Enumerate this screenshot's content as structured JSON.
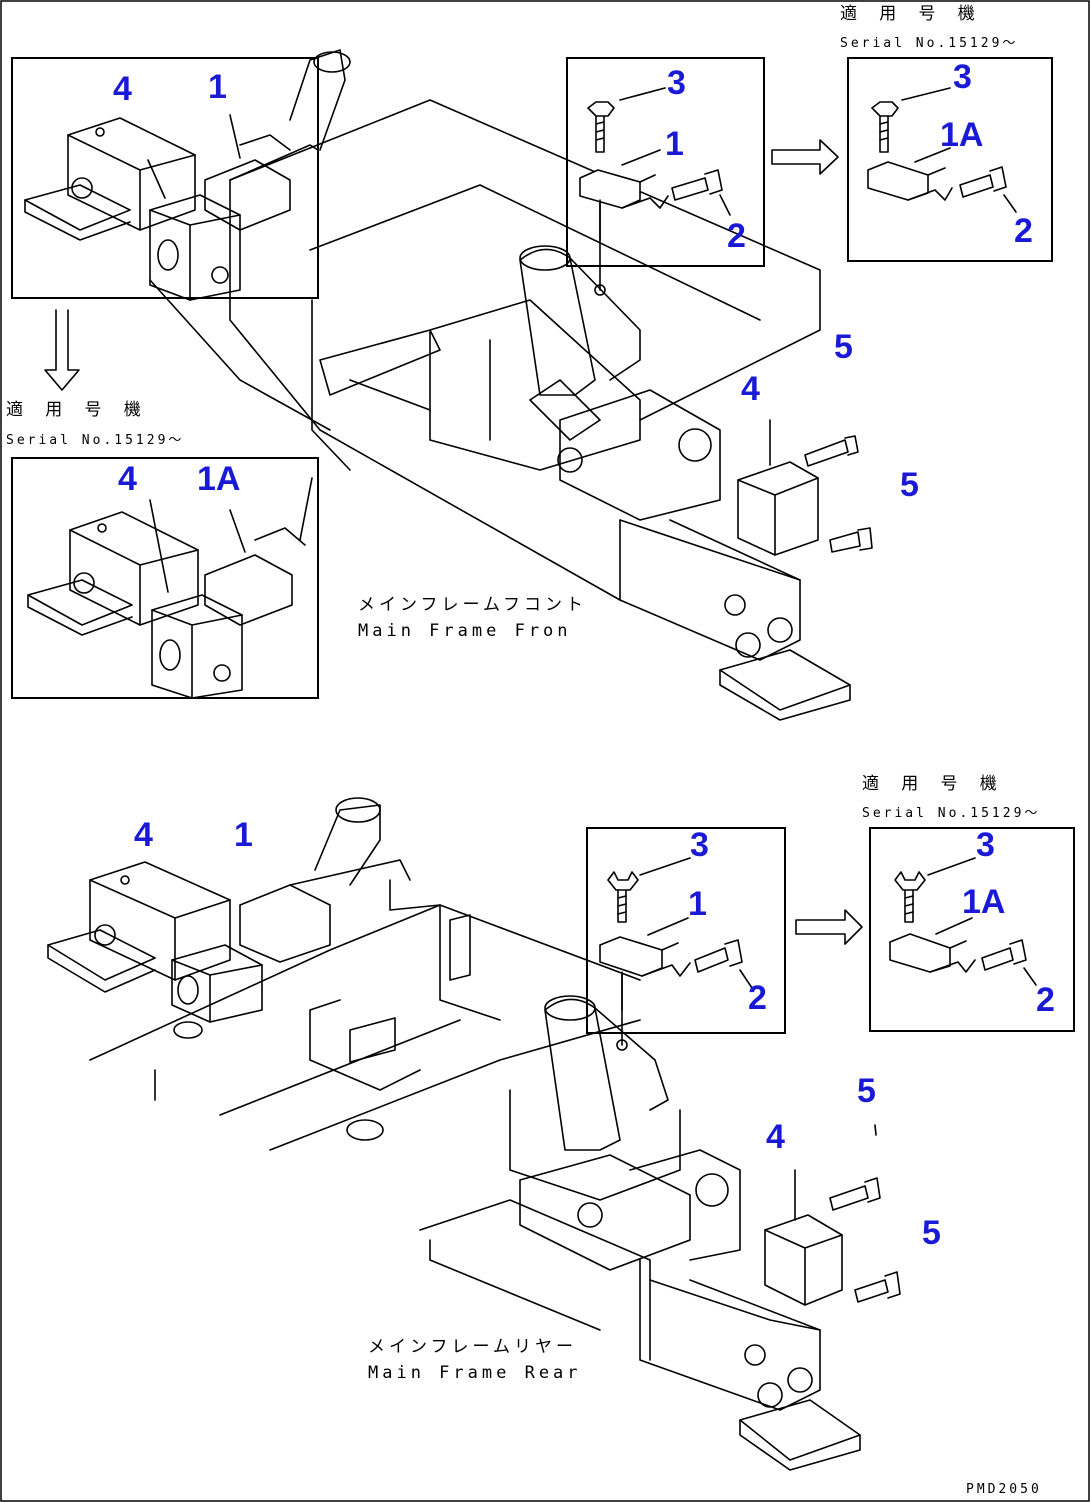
{
  "top_diagram": {
    "caption_jp": "メインフレームフコント",
    "caption_en": "Main Frame Fron",
    "detail_left_callouts": {
      "part4": "4",
      "part1": "1"
    },
    "serial_left": {
      "heading": "適 用 号 機",
      "serial": "Serial No.15129～"
    },
    "variant_left_callouts": {
      "part4": "4",
      "part1a": "1A"
    },
    "detail_bolt_callouts": {
      "part3": "3",
      "part1": "1",
      "part2": "2"
    },
    "serial_right": {
      "heading": "適 用 号 機",
      "serial": "Serial No.15129～"
    },
    "variant_right_callouts": {
      "part3": "3",
      "part1a": "1A",
      "part2": "2"
    },
    "main_callouts": {
      "part4": "4",
      "part5_upper": "5",
      "part5_lower": "5"
    }
  },
  "bottom_diagram": {
    "caption_jp": "メインフレームリヤー",
    "caption_en": "Main Frame Rear",
    "main_callouts_left": {
      "part4": "4",
      "part1": "1"
    },
    "detail_bolt_callouts": {
      "part3": "3",
      "part1": "1",
      "part2": "2"
    },
    "serial_right": {
      "heading": "適 用 号 機",
      "serial": "Serial No.15129～"
    },
    "variant_right_callouts": {
      "part3": "3",
      "part1a": "1A",
      "part2": "2"
    },
    "main_callouts_right": {
      "part4": "4",
      "part5_upper": "5",
      "part5_lower": "5"
    }
  },
  "figure_code": "PMD2050",
  "colors": {
    "callout": "#1a1ad6",
    "line": "#000000",
    "background": "#ffffff"
  },
  "icons": [
    "arrow-right-icon",
    "arrow-down-icon",
    "bolt-icon",
    "wing-bolt-icon"
  ]
}
